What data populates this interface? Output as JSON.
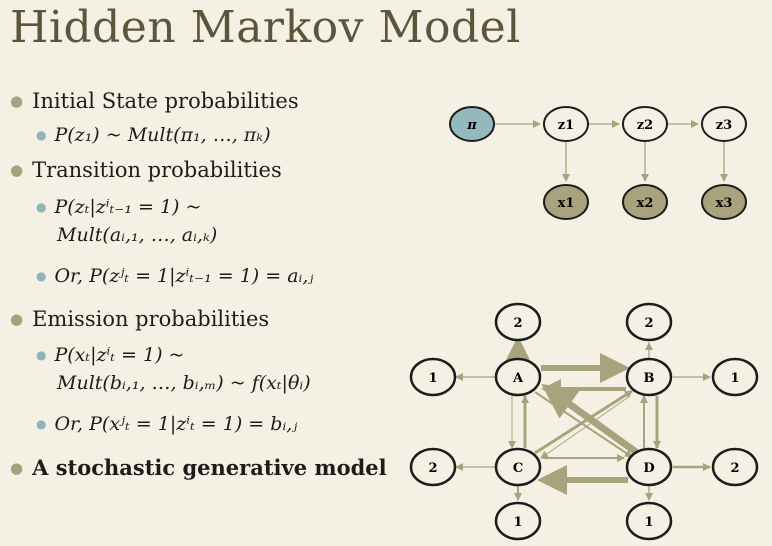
{
  "slide": {
    "title": "Hidden Markov Model",
    "bullets": [
      {
        "text": "Initial State probabilities"
      },
      {
        "text": "P(z₁) ~ Mult(π₁, …, πₖ)"
      },
      {
        "text": "Transition probabilities"
      },
      {
        "text": "P(zₜ|zⁱₜ₋₁ = 1) ~",
        "cont": "Mult(aᵢ,₁, …, aᵢ,ₖ)"
      },
      {
        "text": "Or, P(zʲₜ = 1|zⁱₜ₋₁ = 1) = aᵢ,ⱼ"
      },
      {
        "text": "Emission probabilities"
      },
      {
        "text": "P(xₜ|zⁱₜ = 1) ~",
        "cont": "Mult(bᵢ,₁, …, bᵢ,ₘ) ~ f(xₜ|θᵢ)"
      },
      {
        "text": "Or, P(xʲₜ = 1|zⁱₜ = 1) = bᵢ,ⱼ"
      },
      {
        "text": "A stochastic generative model"
      }
    ]
  },
  "hmm_chain": {
    "pi": "π",
    "states": [
      "z1",
      "z2",
      "z3"
    ],
    "observations": [
      "x1",
      "x2",
      "x3"
    ]
  },
  "state_graph": {
    "states": [
      "A",
      "B",
      "C",
      "D"
    ],
    "emissions": {
      "A_top": "2",
      "A_left": "1",
      "B_top": "2",
      "B_right": "1",
      "C_left": "2",
      "C_bottom": "1",
      "D_right": "2",
      "D_bottom": "1"
    }
  },
  "colors": {
    "title": "#5d553b",
    "background": "#f4f1e4",
    "pi_fill": "#94b9bd",
    "obs_fill": "#a8a37c",
    "edge": "#a8a37c"
  }
}
